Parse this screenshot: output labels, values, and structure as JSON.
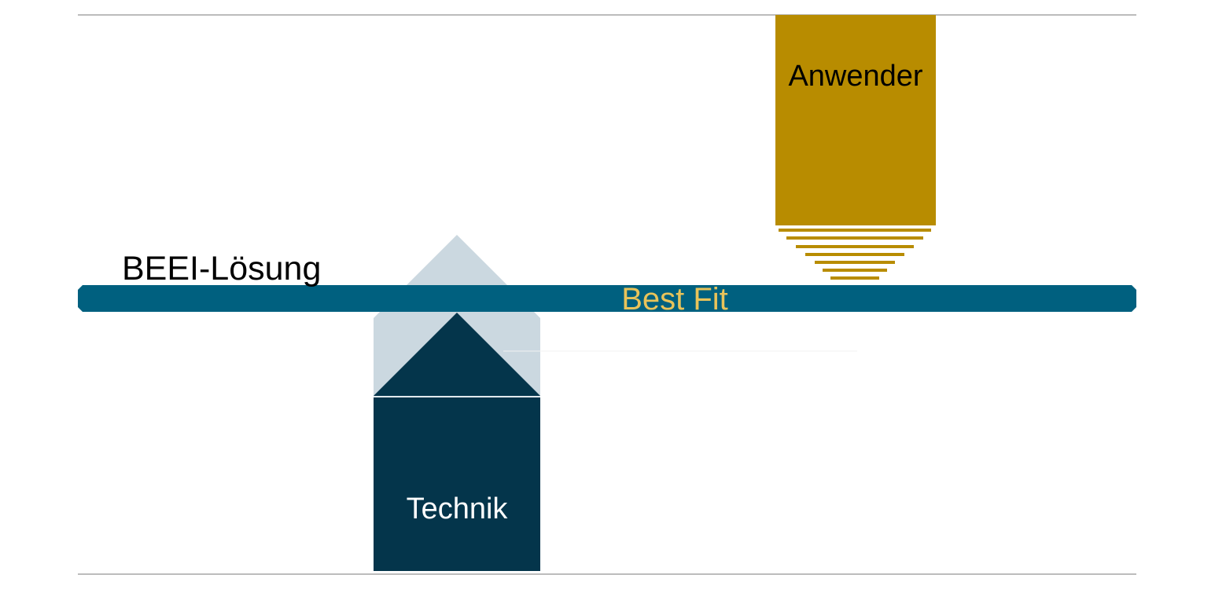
{
  "diagram": {
    "solution_label": "BEEI-Lösung",
    "user_label": "Anwender",
    "tech_label": "Technik",
    "fit_label": "Best Fit"
  },
  "colors": {
    "bar": "#00607f",
    "user_block": "#b88c00",
    "tech_block": "#04354b",
    "tech_shadow": "#cbd8e0",
    "fit_text": "#e8c35a",
    "rule": "#7a7a7a",
    "dark_text": "#000000",
    "light_text": "#ffffff"
  }
}
